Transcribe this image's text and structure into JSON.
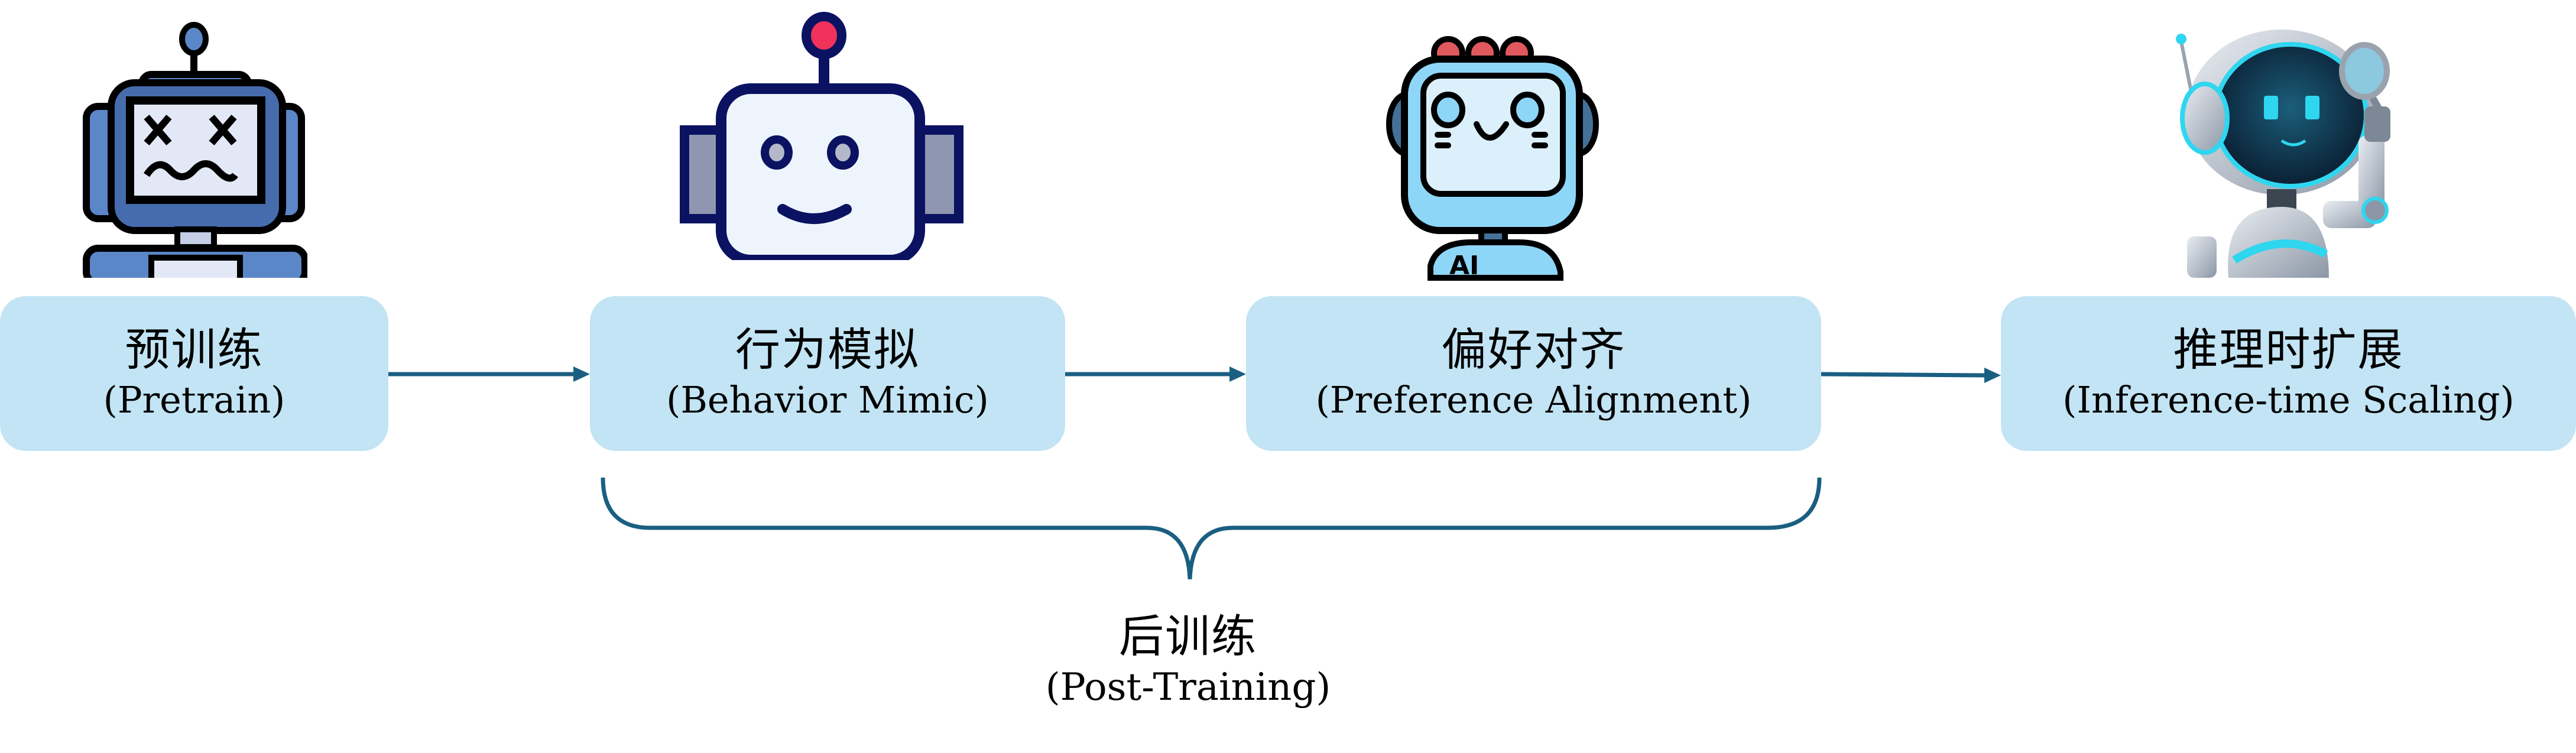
{
  "stages": [
    {
      "zh": "预训练",
      "en": "(Pretrain)",
      "icon": "dizzy-robot-icon"
    },
    {
      "zh": "行为模拟",
      "en": "(Behavior Mimic)",
      "icon": "smiling-robot-icon"
    },
    {
      "zh": "偏好对齐",
      "en": "(Preference Alignment)",
      "icon": "ai-robot-icon"
    },
    {
      "zh": "推理时扩展",
      "en": "(Inference-time Scaling)",
      "icon": "robot-magnifier-icon"
    }
  ],
  "group": {
    "zh": "后训练",
    "en": "(Post-Training)",
    "spans": [
      "行为模拟",
      "偏好对齐"
    ]
  },
  "robot3_badge": "AI",
  "colors": {
    "box": "#c2e4f4",
    "arrow": "#1a5f82",
    "text": "#000000"
  }
}
